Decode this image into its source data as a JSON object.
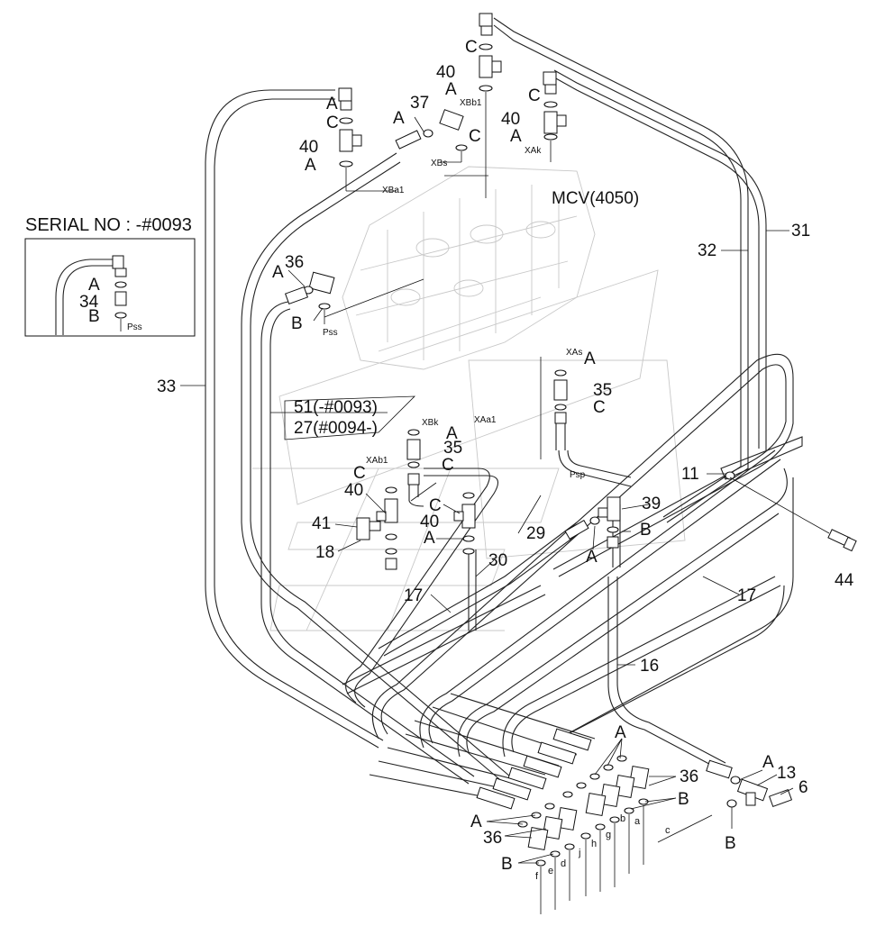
{
  "serial_box": {
    "title": "SERIAL NO : -#0093",
    "labels": [
      "A",
      "34",
      "B"
    ],
    "port": "Pss"
  },
  "mcv_label": "MCV(4050)",
  "serial_notes": [
    "51(-#0093)",
    "27(#0094-)"
  ],
  "part_numbers": {
    "p6": "6",
    "p11": "11",
    "p13": "13",
    "p16": "16",
    "p17a": "17",
    "p17b": "17",
    "p18": "18",
    "p29": "29",
    "p30": "30",
    "p31": "31",
    "p32": "32",
    "p33": "33",
    "p35a": "35",
    "p35b": "35",
    "p36a": "36",
    "p36b": "36",
    "p36c": "36",
    "p37": "37",
    "p39": "39",
    "p40a": "40",
    "p40b": "40",
    "p40c": "40",
    "p40d": "40",
    "p40e": "40",
    "p41": "41",
    "p44": "44"
  },
  "ring_letters": {
    "A": "A",
    "B": "B",
    "C": "C"
  },
  "ports": {
    "XBb1": "XBb1",
    "XBs": "XBs",
    "XBa1": "XBa1",
    "XAk": "XAk",
    "Pss": "Pss",
    "XAs": "XAs",
    "XBk": "XBk",
    "XAa1": "XAa1",
    "XAb1": "XAb1",
    "Psp": "Psp"
  },
  "tube_letters": [
    "a",
    "b",
    "c",
    "d",
    "e",
    "f",
    "g",
    "h",
    "j"
  ]
}
